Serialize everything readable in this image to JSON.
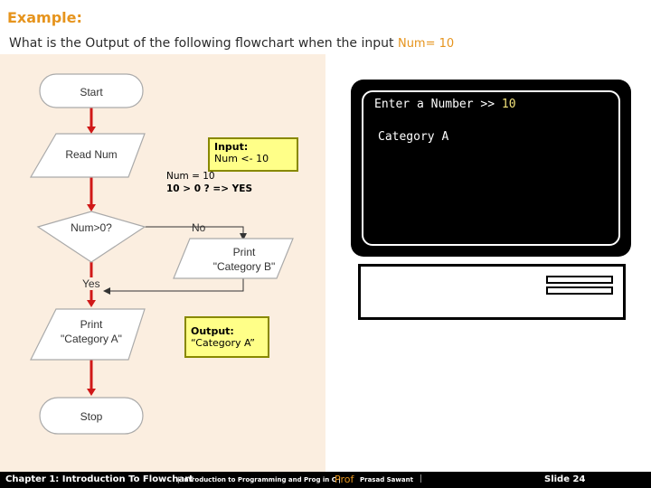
{
  "header": {
    "title": "Example:",
    "question": "What is the Output of the following flowchart when the input",
    "input_highlight": "Num= 10"
  },
  "flowchart": {
    "start": "Start",
    "read": "Read Num",
    "decision": "Num>0?",
    "no_label": "No",
    "yes_label": "Yes",
    "print_b_line1": "Print",
    "print_b_line2": "\"Category B\"",
    "print_a_line1": "Print",
    "print_a_line2": "\"Category A\"",
    "stop": "Stop"
  },
  "notes": {
    "input_head": "Input:",
    "input_value": "Num <- 10",
    "calc_line1": "Num = 10",
    "calc_line2": "10 > 0 ? => YES",
    "output_head": "Output:",
    "output_value": "“Category A”"
  },
  "screen": {
    "prompt": "Enter a Number >>",
    "prompt_value": "10",
    "result": "Category A"
  },
  "footer": {
    "chapter": "Chapter 1: Introduction To Flowchart",
    "course": "| Introduction to Programming and Prog in C |",
    "prof": "Prof",
    "prof_name": "Prasad Sawant",
    "separator": "|",
    "slide": "Slide 24"
  },
  "colors": {
    "accent": "#e6941d",
    "arrow": "#d01818",
    "note_bg": "#ffff88"
  }
}
